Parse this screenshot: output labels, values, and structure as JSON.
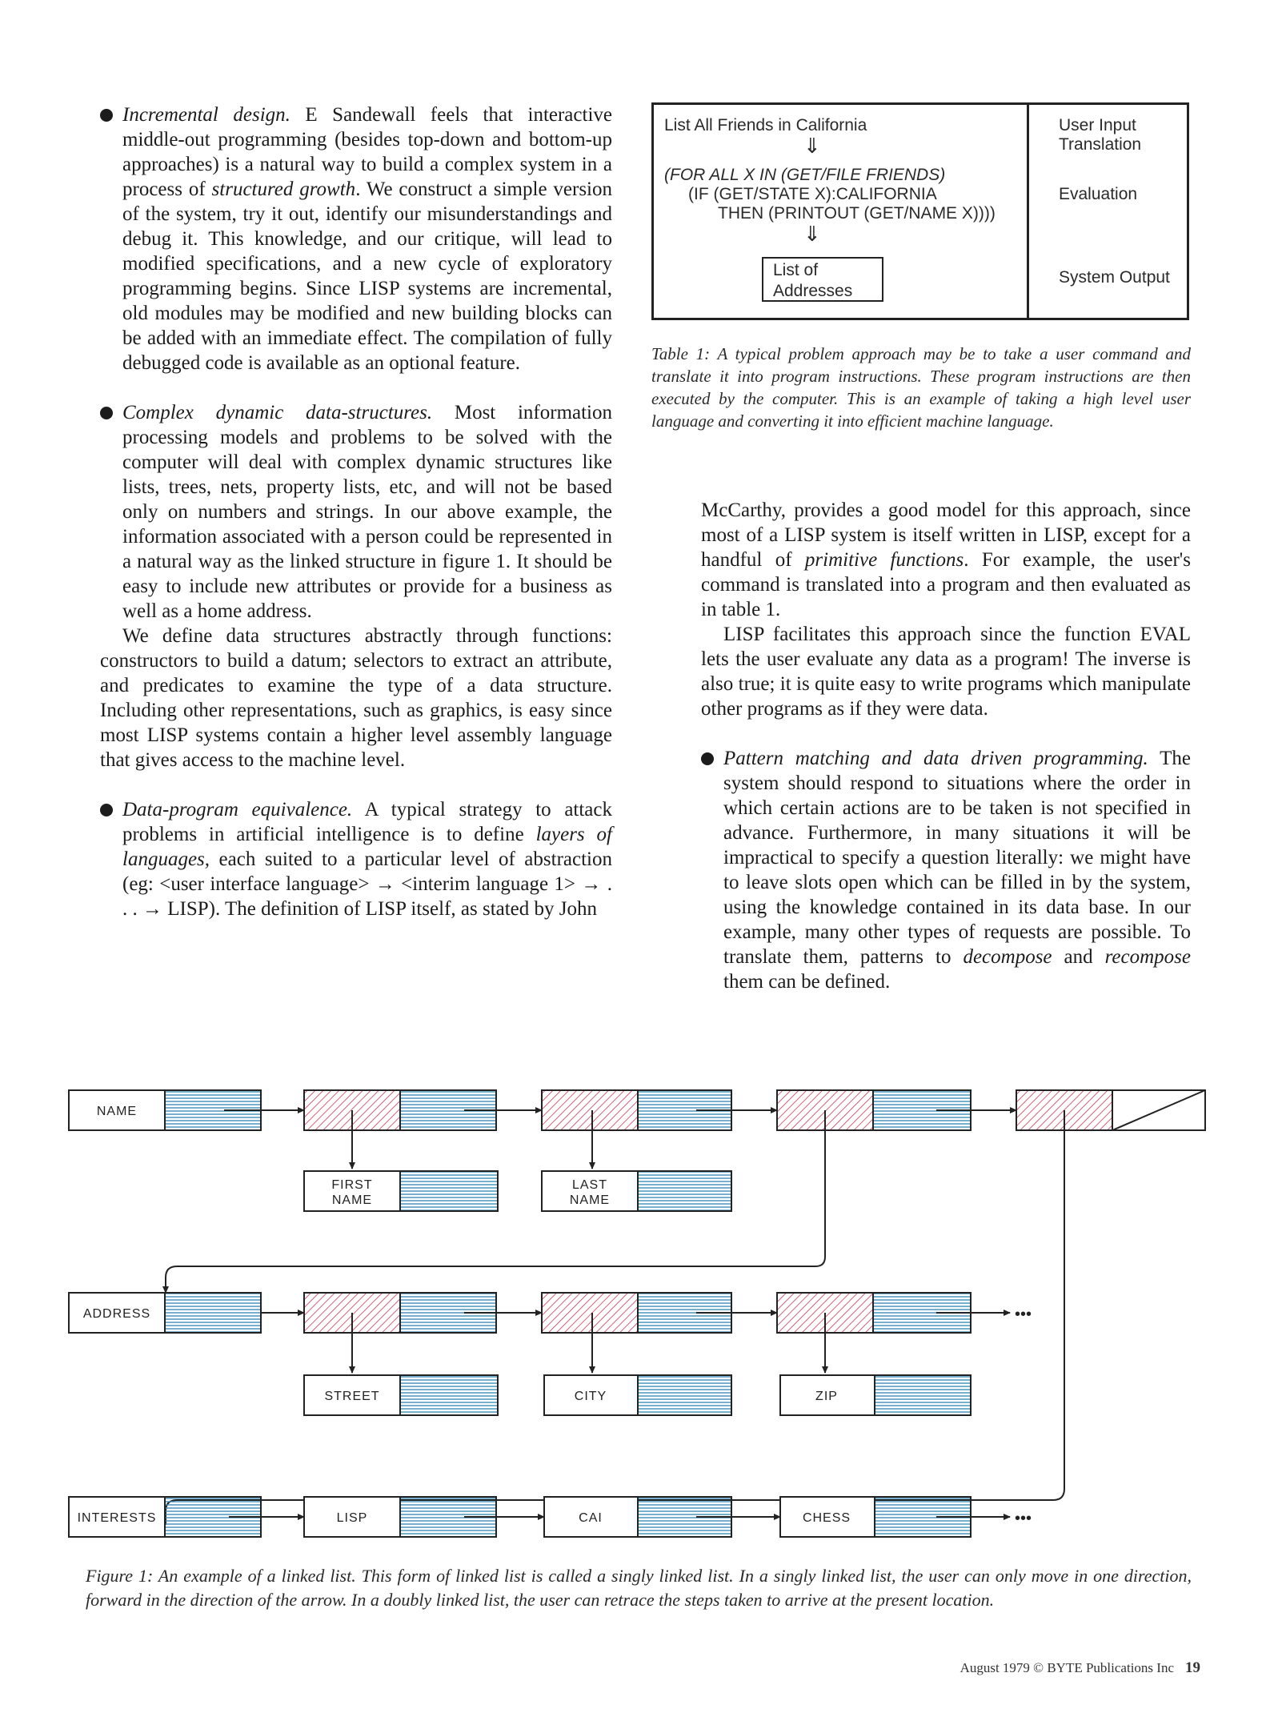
{
  "left_column": {
    "b1_lead": "Incremental design.",
    "b1_text": " E Sandewall feels that interactive middle-out programming (besides top-down and bottom-up approaches) is a natural way to build a complex system in a process of ",
    "b1_italic": "structured growth",
    "b1_text2": ". We construct a simple version of the system, try it out, identify our misunderstandings and debug it. This knowledge, and our critique, will lead to modified specifications, and a new cycle of exploratory programming begins. Since LISP systems are incremental, old modules may be modified and new building blocks can be added with an immediate effect. The compilation of fully debugged code is available as an optional feature.",
    "b2_lead": "Complex dynamic data-structures.",
    "b2_text": " Most information processing models and problems to be solved with the computer will deal with complex dynamic structures like lists, trees, nets, property lists, etc, and will not be based only on numbers and strings. In our above example, the information associated with a person could be represented in a natural way as the linked structure in figure 1. It should be easy to include new attributes or provide for a business as well as a home address.",
    "b2_para2": "We define data structures abstractly through functions: constructors to build a datum; selectors to extract an attribute, and predicates to examine the type of a data structure. Including other representations, such as graphics, is easy since most LISP systems contain a higher level assembly language that gives access to the machine level.",
    "b3_lead": "Data-program equivalence.",
    "b3_text": " A typical strategy to attack problems in artificial intelligence is to define ",
    "b3_italic": "layers of languages,",
    "b3_text2": " each suited to a particular level of abstraction (eg: <user interface language> → <interim language 1> → . . . → LISP). The definition of LISP itself, as stated by John"
  },
  "right_column": {
    "p1": "McCarthy, provides a good model for this approach, since most of a LISP system is itself written in LISP, except for a handful of ",
    "p1_italic": "primitive functions",
    "p1_end": ". For example, the user's command is translated into a program and then evaluated as in table 1.",
    "p2": "LISP facilitates this approach since the function EVAL lets the user evaluate any data as a program! The inverse is also true; it is quite easy to write programs which manipulate other programs as if they were data.",
    "b4_lead": "Pattern matching and data driven programming.",
    "b4_text": " The system should respond to situations where the order in which certain actions are to be taken is not specified in advance. Furthermore, in many situations it will be impractical to specify a question literally: we might have to leave slots open which can be filled in by the system, using the knowledge contained in its data base. In our example, many other types of requests are possible. To translate them, patterns to ",
    "b4_it1": "decompose",
    "b4_and": " and ",
    "b4_it2": "recompose",
    "b4_end": " them can be defined."
  },
  "table1": {
    "input_line": "List All Friends in California",
    "code_line1": "(FOR ALL X IN (GET/FILE FRIENDS)",
    "code_line2": "(IF (GET/STATE X):CALIFORNIA",
    "code_line3": "THEN (PRINTOUT (GET/NAME X))))",
    "output_line1": "List of",
    "output_line2": "Addresses",
    "arrow": "⇓",
    "side_user_input": "User Input",
    "side_translation": "Translation",
    "side_evaluation": "Evaluation",
    "side_output": "System Output",
    "caption": "Table 1: A typical problem approach may be to take a user command and translate it into program instructions. These program instructions are then executed by the computer. This is an example of taking a high level user language and converting it into efficient machine language."
  },
  "figure1": {
    "labels": {
      "name": "NAME",
      "first_name_1": "FIRST",
      "first_name_2": "NAME",
      "last_name_1": "LAST",
      "last_name_2": "NAME",
      "address": "ADDRESS",
      "street": "STREET",
      "city": "CITY",
      "zip": "ZIP",
      "interests": "INTERESTS",
      "lisp": "LISP",
      "cai": "CAI",
      "chess": "CHESS",
      "ellipsis": "•••"
    },
    "colors": {
      "car_hatch": "#c83a5a",
      "cdr_lines": "#3a8fb5",
      "outline": "#222222"
    },
    "caption": "Figure 1: An example of a linked list. This form of linked list is called a singly linked list. In a singly linked list, the user can only move in one direction, forward in the direction of the arrow. In a doubly linked list, the user can retrace the steps taken to arrive at the present location."
  },
  "footer": {
    "credit": "August 1979 © BYTE Publications Inc",
    "page_number": "19"
  }
}
